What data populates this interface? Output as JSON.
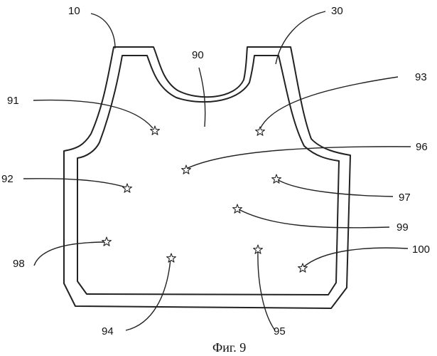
{
  "figure": {
    "caption": "Фиг. 9",
    "labels": {
      "l10": "10",
      "l30": "30",
      "l90": "90",
      "l91": "91",
      "l92": "92",
      "l93": "93",
      "l94": "94",
      "l95": "95",
      "l96": "96",
      "l97": "97",
      "l98": "98",
      "l99": "99",
      "l100": "100"
    }
  }
}
